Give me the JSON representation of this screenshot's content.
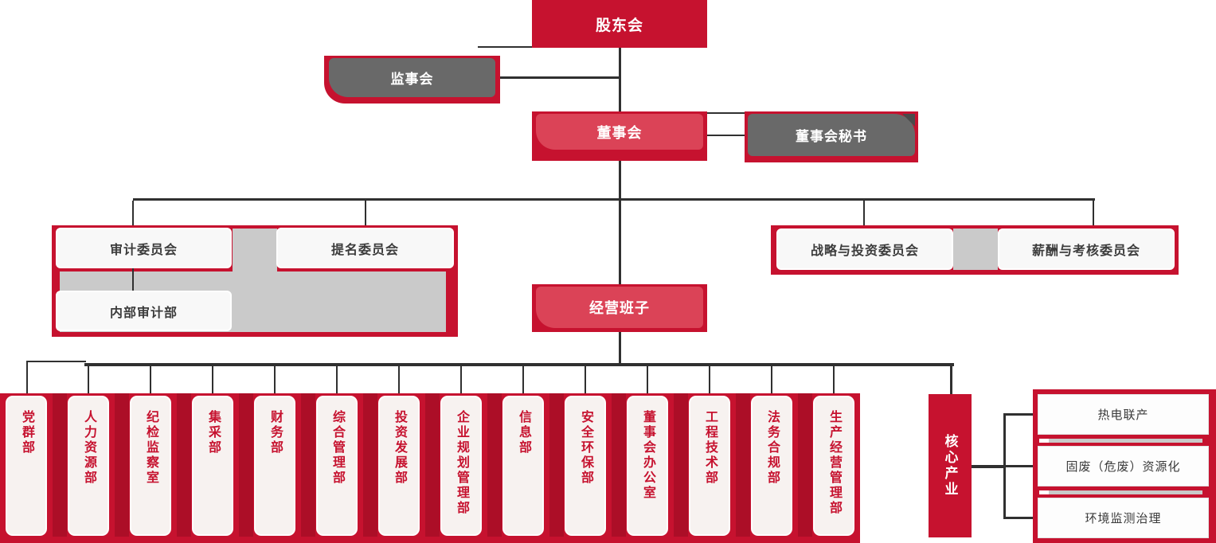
{
  "org": {
    "shareholders": "股东会",
    "supervisory_board": "监事会",
    "board_of_directors": "董事会",
    "board_secretary": "董事会秘书",
    "audit_committee": "审计委员会",
    "nomination_committee": "提名委员会",
    "internal_audit_dept": "内部审计部",
    "strategy_investment_committee": "战略与投资委员会",
    "compensation_assessment_committee": "薪酬与考核委员会",
    "management_team": "经营班子",
    "departments": [
      "党群部",
      "人力资源部",
      "纪检监察室",
      "集采部",
      "财务部",
      "综合管理部",
      "投资发展部",
      "企业规划管理部",
      "信息部",
      "安全环保部",
      "董事会办公室",
      "工程技术部",
      "法务合规部",
      "生产经营管理部"
    ],
    "core_industry": "核心产业",
    "industries": [
      "热电联产",
      "固废（危废）资源化",
      "环境监测治理"
    ]
  },
  "colors": {
    "primary_red": "#C6122F",
    "light_red": "#DB4357",
    "dark_red_stripe": "#AC0E27",
    "gray_box": "#696969",
    "gray_band": "#CACACA",
    "connector": "#303030"
  }
}
